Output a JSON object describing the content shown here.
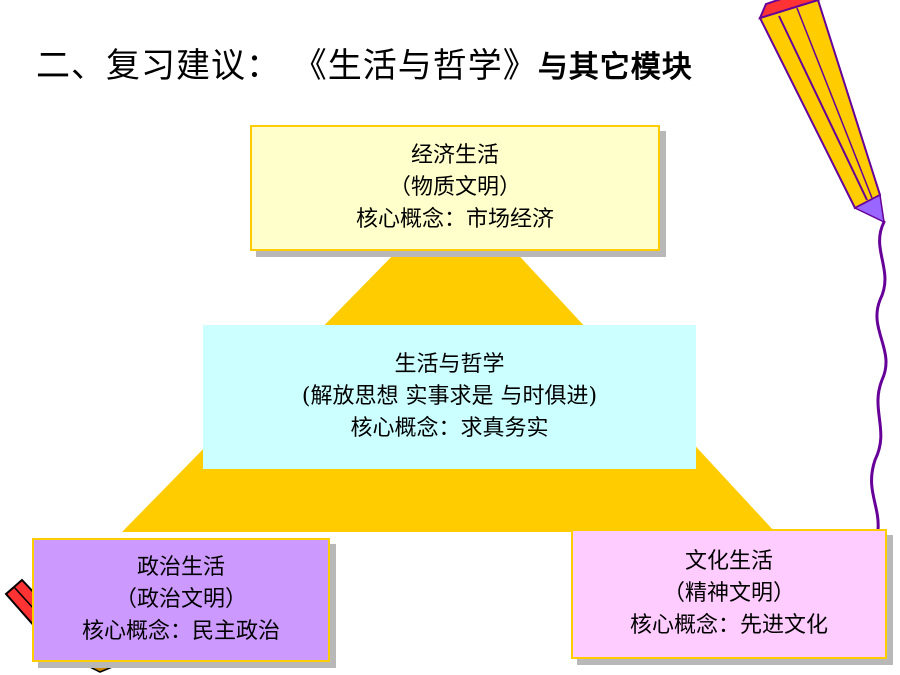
{
  "title": {
    "main": "二、复习建议：  《生活与哲学》",
    "tail": "与其它模块"
  },
  "colors": {
    "pyramid": "#ffcc00",
    "top_fill": "#ffffcc",
    "mid_fill": "#ccffff",
    "left_fill": "#cc99ff",
    "right_fill": "#ffccff",
    "border": "#ffcc00",
    "pencil_body": "#ffcc00",
    "pencil_line": "#660099"
  },
  "icons": {
    "pencil": "pencil-icon",
    "crayon": "crayon-icon"
  },
  "boxes": {
    "top": {
      "line1": "经济生活",
      "line2": "（物质文明）",
      "line3": "核心概念：市场经济"
    },
    "middle": {
      "line1": "生活与哲学",
      "line2": "(解放思想  实事求是  与时俱进)",
      "line3": "核心概念：求真务实"
    },
    "left": {
      "line1": "政治生活",
      "line2": "（政治文明）",
      "line3": "核心概念：民主政治"
    },
    "right": {
      "line1": "文化生活",
      "line2": "（精神文明）",
      "line3": "核心概念：先进文化"
    }
  }
}
